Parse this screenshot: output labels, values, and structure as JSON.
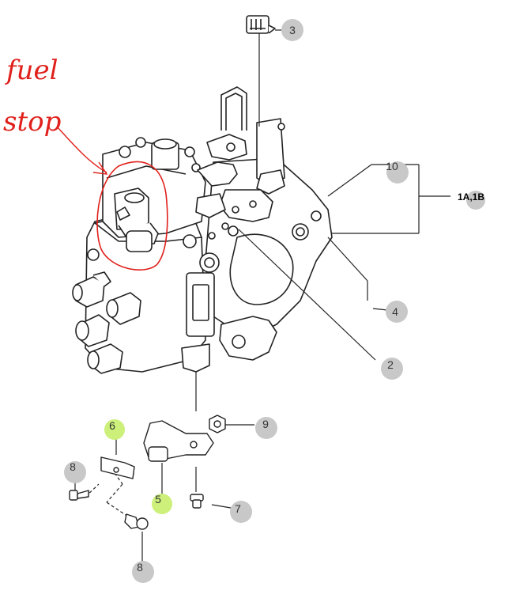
{
  "annotation": {
    "line1": "fuel",
    "line2": "stop",
    "color": "#e0201b"
  },
  "group_label": "1A,1B",
  "callouts": {
    "c1": "2",
    "c2": "3",
    "c3": "4",
    "c4": "5",
    "c5": "6",
    "c6": "7",
    "c7": "8",
    "c8": "8",
    "c9": "9",
    "c10": "10"
  },
  "colors": {
    "bubble_gray": "#c8c8c8",
    "bubble_green": "#ccf07a",
    "line": "#222222"
  }
}
